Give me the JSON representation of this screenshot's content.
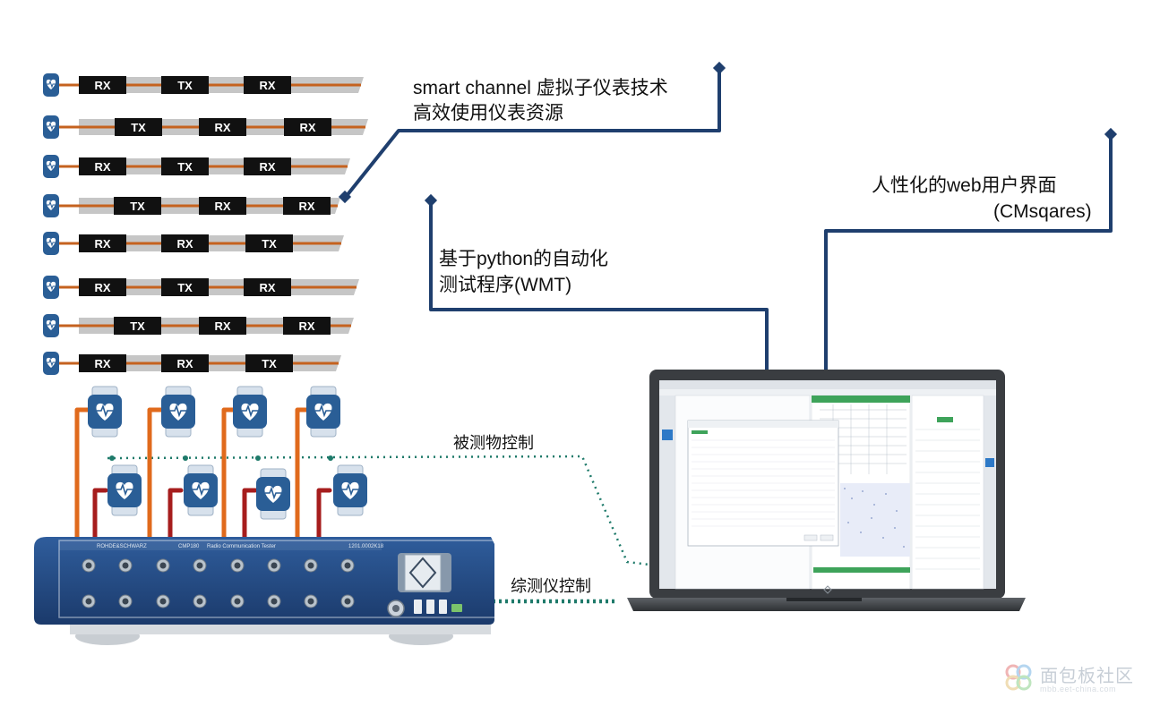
{
  "channels": [
    {
      "slots": [
        "RX",
        "TX",
        "RX"
      ]
    },
    {
      "slots": [
        "TX",
        "RX",
        "RX"
      ]
    },
    {
      "slots": [
        "RX",
        "TX",
        "RX"
      ]
    },
    {
      "slots": [
        "TX",
        "RX",
        "RX"
      ]
    },
    {
      "slots": [
        "RX",
        "RX",
        "TX"
      ]
    },
    {
      "slots": [
        "RX",
        "TX",
        "RX"
      ]
    },
    {
      "slots": [
        "TX",
        "RX",
        "RX"
      ]
    },
    {
      "slots": [
        "RX",
        "RX",
        "TX"
      ]
    }
  ],
  "callouts": {
    "smart_channel_line1": "smart channel 虚拟子仪表技术",
    "smart_channel_line2": "高效使用仪表资源",
    "web_ui_line1": "人性化的web用户界面",
    "web_ui_line2": "(CMsqares)",
    "python_line1": "基于python的自动化",
    "python_line2": "测试程序(WMT)",
    "dut_control": "被测物控制",
    "tester_control": "综测仪控制"
  },
  "instrument": {
    "brand": "ROHDE&SCHWARZ",
    "model": "CMP180",
    "subtitle": "Radio Communication Tester",
    "serial": "1201.0002K18"
  },
  "watermark": {
    "text": "面包板社区",
    "sub": "mbb.eet-china.com"
  },
  "colors": {
    "callout_line": "#1f3f6e",
    "rf_cable_orange": "#e06a1c",
    "rf_cable_red": "#a61d1d",
    "dotted_teal": "#1e7a6a",
    "watch_blue": "#2a5e96",
    "instrument_blue": "#23477f"
  }
}
